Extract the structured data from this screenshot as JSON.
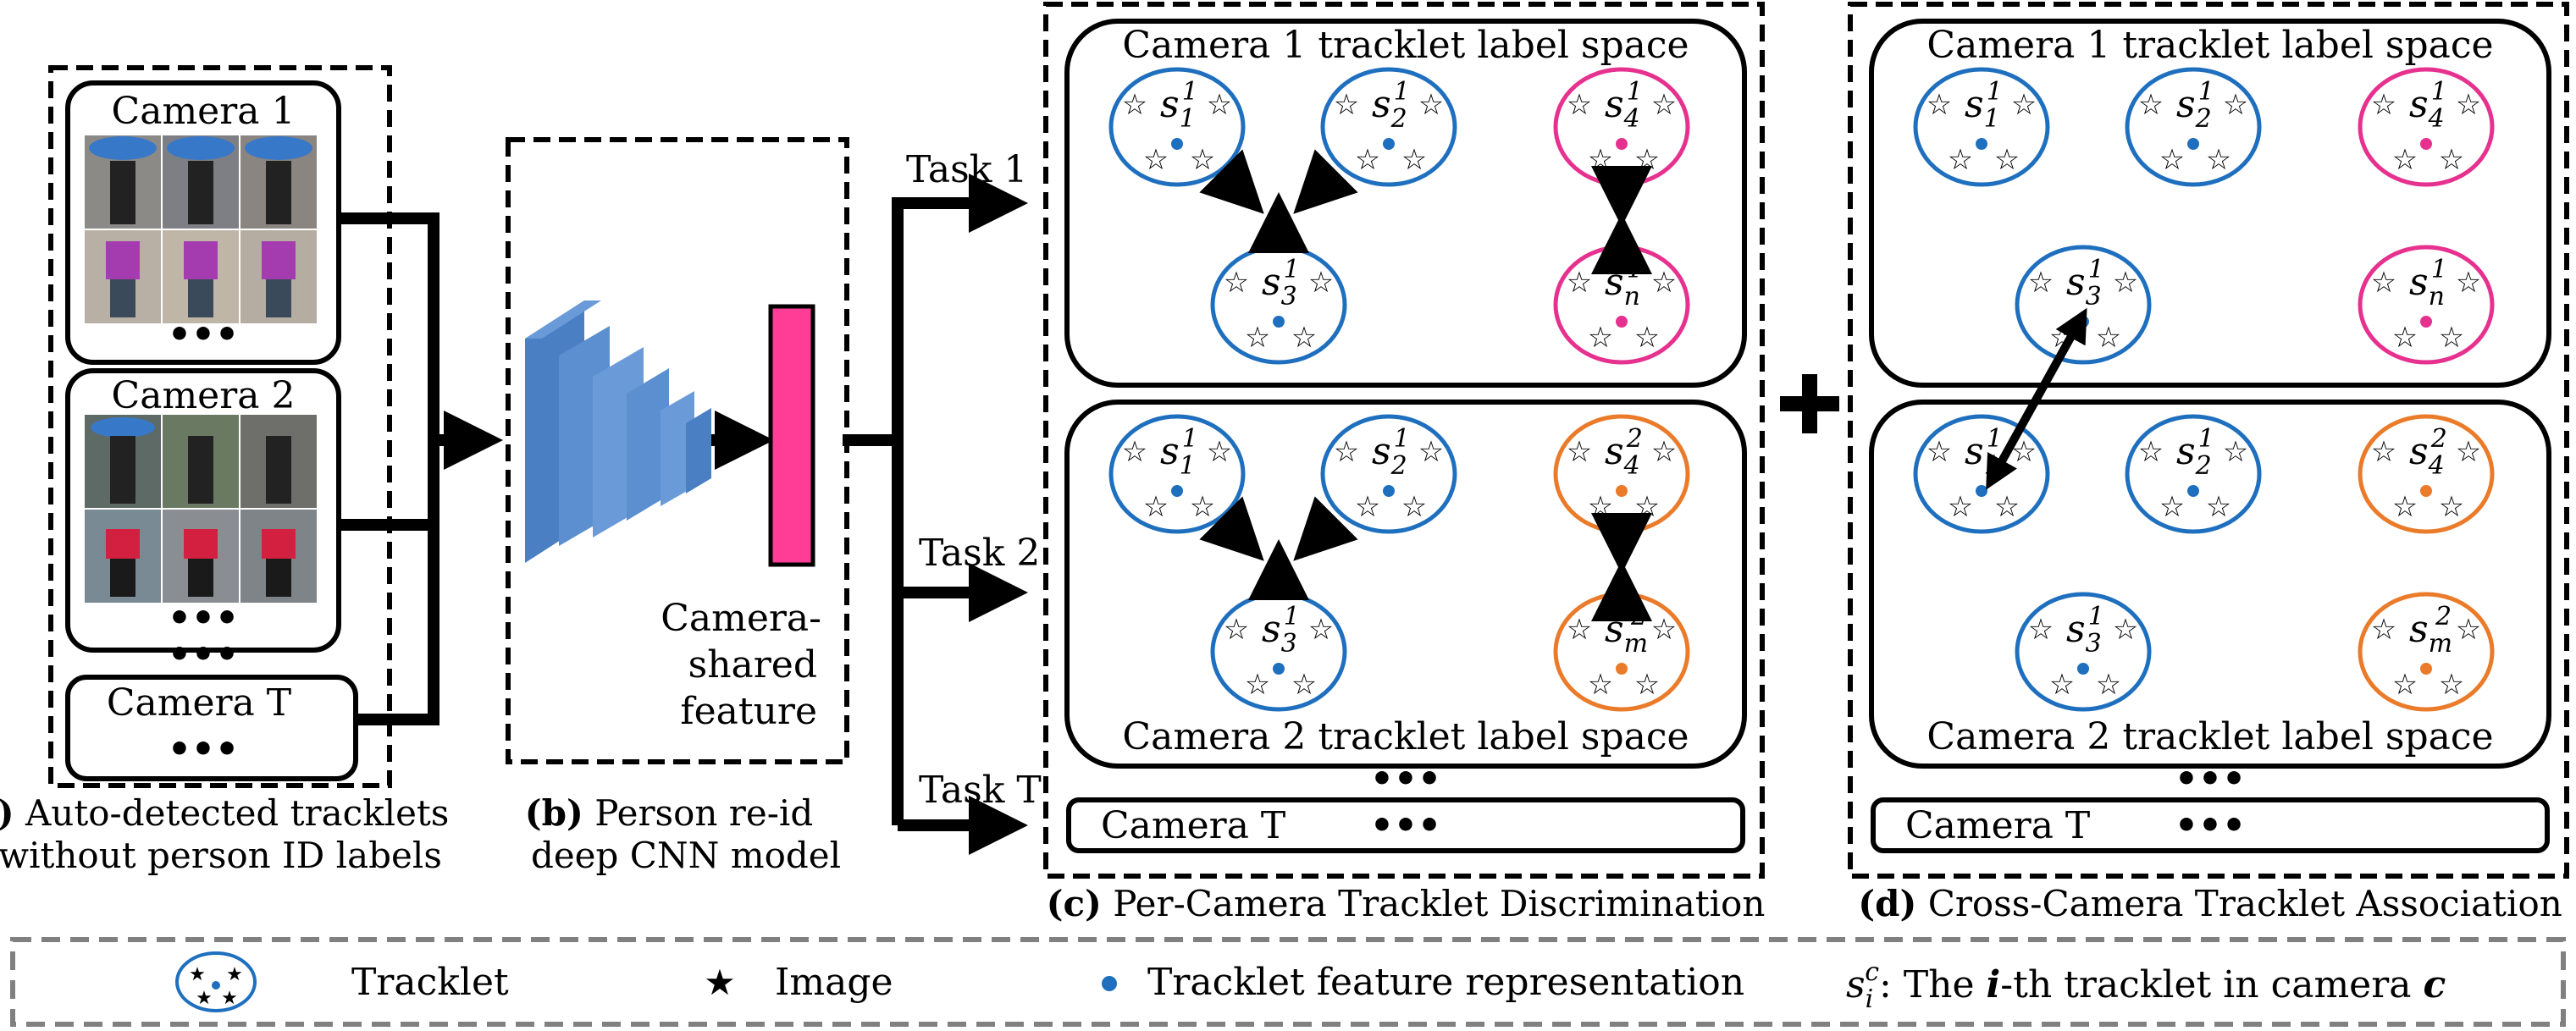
{
  "panel_a": {
    "camera_1": "Camera 1",
    "camera_2": "Camera 2",
    "camera_t": "Camera T",
    "caption_tag": "(a)",
    "caption_line1": "Auto-detected tracklets",
    "caption_line2": "without person ID labels"
  },
  "panel_b": {
    "feature_line1": "Camera-",
    "feature_line2": "shared",
    "feature_line3": "feature",
    "caption_tag": "(b)",
    "caption_line1": "Person re-id",
    "caption_line2": "deep CNN model"
  },
  "tasks": {
    "task_1": "Task 1",
    "task_2": "Task 2",
    "task_t": "Task T"
  },
  "panel_c": {
    "cam1_space": "Camera 1 tracklet label space",
    "cam2_space": "Camera 2 tracklet label space",
    "camera_t": "Camera T",
    "caption_tag": "(c)",
    "caption": "Per-Camera Tracklet Discrimination"
  },
  "panel_d": {
    "cam1_space": "Camera 1 tracklet label space",
    "cam2_space": "Camera 2 tracklet label space",
    "camera_t": "Camera T",
    "caption_tag": "(d)",
    "caption": "Cross-Camera Tracklet Association"
  },
  "tracklet_labels": {
    "s11": {
      "base": "s",
      "sub": "1",
      "sup": "1"
    },
    "s21": {
      "base": "s",
      "sub": "2",
      "sup": "1"
    },
    "s31": {
      "base": "s",
      "sub": "3",
      "sup": "1"
    },
    "s41": {
      "base": "s",
      "sub": "4",
      "sup": "1"
    },
    "sn1": {
      "base": "s",
      "sub": "n",
      "sup": "1"
    },
    "s42": {
      "base": "s",
      "sub": "4",
      "sup": "2"
    },
    "sm2": {
      "base": "s",
      "sub": "m",
      "sup": "2"
    }
  },
  "legend": {
    "tracklet": "Tracklet",
    "image": "Image",
    "feature": "Tracklet feature representation",
    "def_symbol_base": "s",
    "def_symbol_sub": "i",
    "def_symbol_sup": "c",
    "def_text": ": The ",
    "def_i": "i",
    "def_text2": "-th tracklet in camera ",
    "def_c": "c"
  },
  "colors": {
    "blue": "#1f6fbf",
    "magenta": "#e6318e",
    "orange": "#ea7b2a",
    "cnn_fill": "#5b8fd0",
    "feature_fill": "#ff3d96",
    "legend_border": "#808080"
  },
  "icons": [
    "star-icon",
    "dot-icon",
    "arrow-icon",
    "plus-icon",
    "cnn-block-icon",
    "person-thumbnail-icon"
  ]
}
